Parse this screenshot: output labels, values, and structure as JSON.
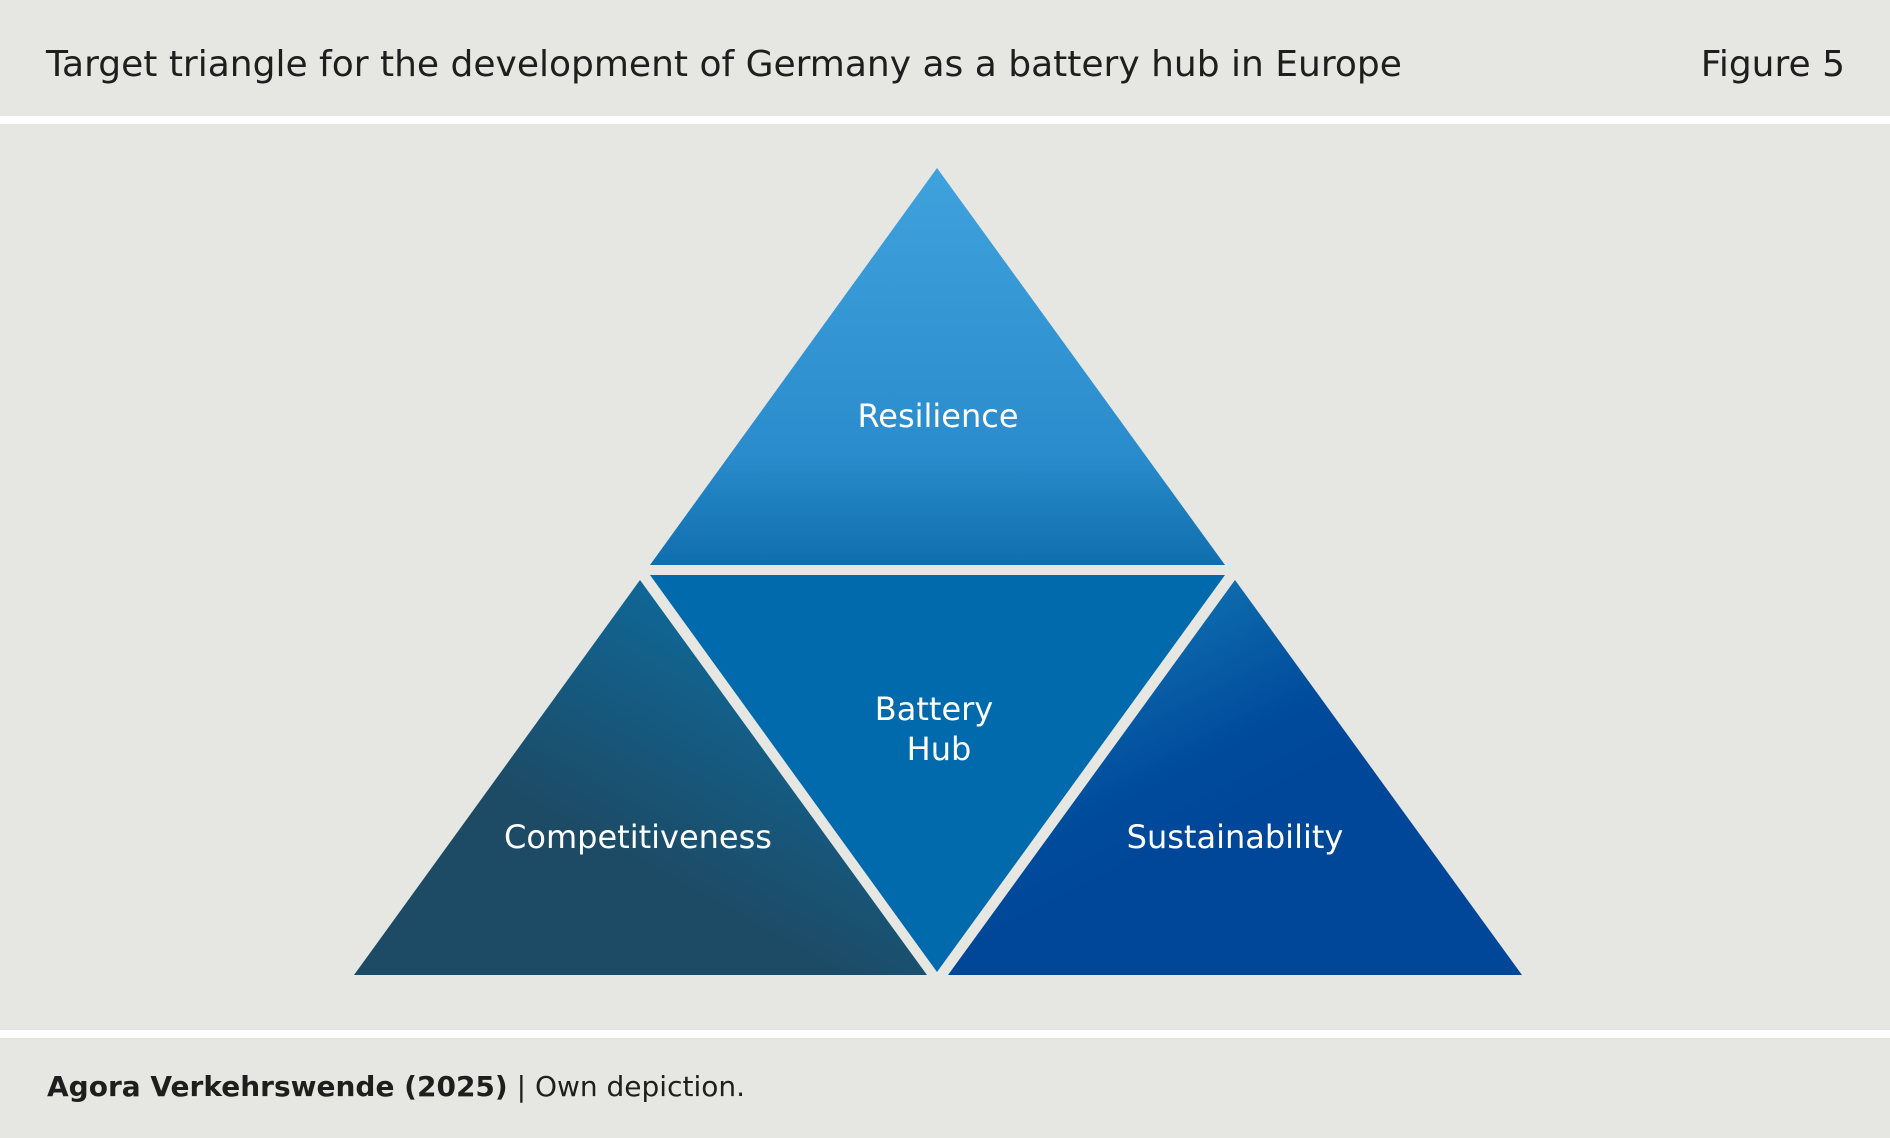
{
  "header": {
    "title": "Target triangle for the development of Germany as a battery hub in Europe",
    "figure_label": "Figure 5"
  },
  "diagram": {
    "segments": {
      "top": {
        "label": "Resilience",
        "colors": [
          "#3fa2dd",
          "#2a8ccc",
          "#0f6eae"
        ]
      },
      "center": {
        "label_line1": "Battery",
        "label_line2": "Hub",
        "color": "#006aac"
      },
      "left": {
        "label": "Competitiveness",
        "colors": [
          "#0e6a9c",
          "#1d4a64"
        ]
      },
      "right": {
        "label": "Sustainability",
        "colors": [
          "#0f6eae",
          "#004b9c",
          "#00479a"
        ]
      }
    },
    "gap_color": "#e6e6e2"
  },
  "footer": {
    "source": "Agora Verkehrswende (2025)",
    "separator": " | ",
    "note": "Own depiction."
  }
}
